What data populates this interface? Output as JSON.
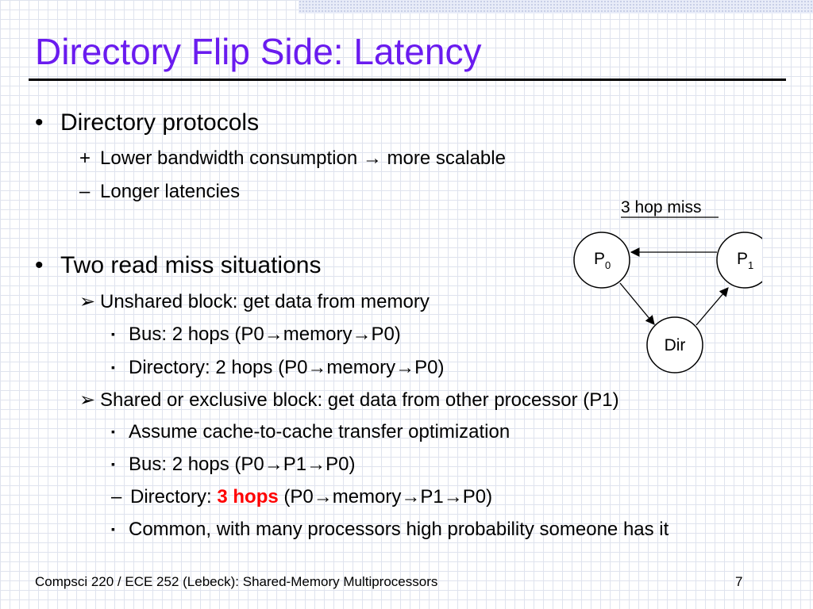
{
  "slide": {
    "title": "Directory Flip Side: Latency",
    "bullets": [
      {
        "marker": "•",
        "text": "Directory protocols",
        "children": [
          {
            "marker": "+",
            "text": "Lower bandwidth consumption → more scalable"
          },
          {
            "marker": "–",
            "text": "Longer latencies"
          }
        ]
      },
      {
        "marker": "•",
        "text": "Two read miss situations",
        "children": [
          {
            "marker": "➢",
            "text": "Unshared block: get data from memory",
            "children": [
              {
                "marker": "▪",
                "text": "Bus: 2 hops (P0→memory→P0)"
              },
              {
                "marker": "▪",
                "text": "Directory: 2 hops (P0→memory→P0)"
              }
            ]
          },
          {
            "marker": "➢",
            "text": "Shared or exclusive block: get data from other processor (P1)",
            "children": [
              {
                "marker": "▪",
                "text": "Assume cache-to-cache transfer optimization"
              },
              {
                "marker": "▪",
                "text": "Bus: 2 hops (P0→P1→P0)"
              },
              {
                "marker": "–",
                "text_pre": "Directory: ",
                "text_em": "3 hops",
                "text_post": " (P0→memory→P1→P0)"
              },
              {
                "marker": "▪",
                "text": "Common, with many processors high probability someone has it"
              }
            ]
          }
        ]
      }
    ],
    "footer": {
      "left": "Compsci 220 / ECE 252 (Lebeck): Shared-Memory Multiprocessors",
      "page": "7"
    }
  },
  "diagram": {
    "title": "3 hop miss",
    "nodes": [
      {
        "id": "p0",
        "label": "P",
        "sub": "0"
      },
      {
        "id": "p1",
        "label": "P",
        "sub": "1"
      },
      {
        "id": "dir",
        "label": "Dir"
      }
    ],
    "edges": [
      {
        "from": "p1",
        "to": "p0"
      },
      {
        "from": "p0",
        "to": "dir"
      },
      {
        "from": "dir",
        "to": "p1"
      }
    ]
  },
  "colors": {
    "title": "#6a1bef",
    "emphasis": "#ff0000",
    "grid": "#dfe3ee"
  }
}
